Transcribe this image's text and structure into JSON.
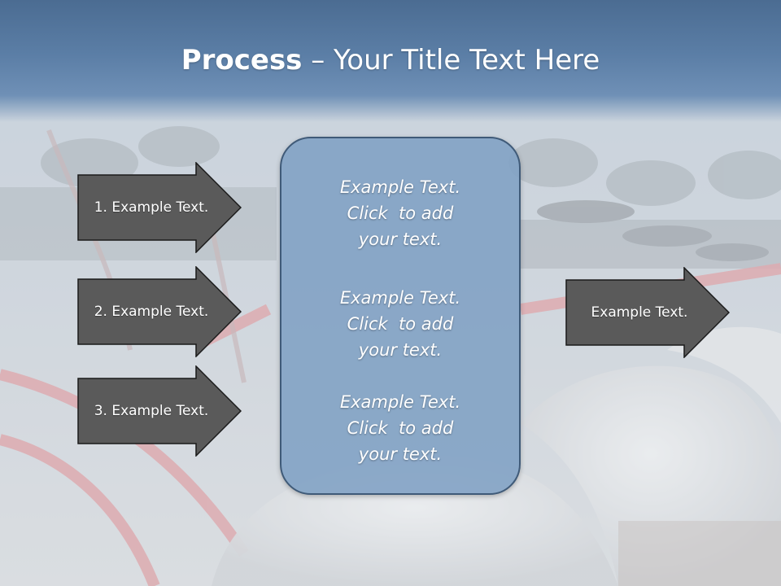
{
  "slide": {
    "title_bold": "Process",
    "title_rest": " – Your Title Text Here"
  },
  "left_arrows": [
    {
      "label": "1. Example Text."
    },
    {
      "label": "2. Example Text."
    },
    {
      "label": "3. Example Text."
    }
  ],
  "center_box": {
    "paragraphs": [
      {
        "line1": "Example Text.",
        "line2": "Click  to add",
        "line3": "your text."
      },
      {
        "line1": "Example Text.",
        "line2": "Click  to add",
        "line3": "your text."
      },
      {
        "line1": "Example Text.",
        "line2": "Click  to add",
        "line3": "your text."
      }
    ]
  },
  "right_arrow": {
    "label": "Example Text."
  },
  "colors": {
    "title_band": "#5b7ea6",
    "arrow_fill": "#5a5a5a",
    "arrow_stroke": "#1a1a1a",
    "box_fill": "#80a1c4",
    "box_stroke": "#3f5a78",
    "text": "#ffffff"
  }
}
